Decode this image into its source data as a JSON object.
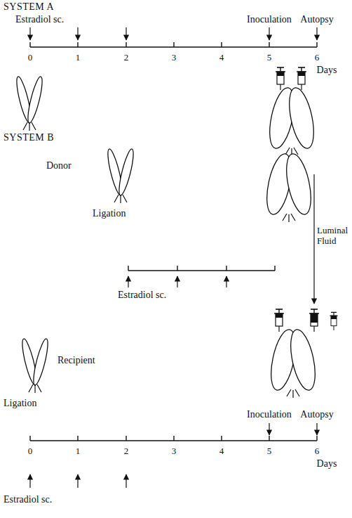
{
  "diagram": {
    "labels": [
      "SYSTEM A",
      "Estradiol sc.",
      "Inoculation",
      "Autopsy",
      "0",
      "1",
      "2",
      "3",
      "4",
      "5",
      "6",
      "Days",
      "SYSTEM B",
      "Donor",
      "Ligation",
      "Luminal Fluid",
      "Estradiol sc.",
      "Recipient",
      "Ligation",
      "Inoculation",
      "Autopsy",
      "0",
      "1",
      "2",
      "3",
      "4",
      "5",
      "6",
      "Days",
      "Estradiol sc."
    ]
  }
}
